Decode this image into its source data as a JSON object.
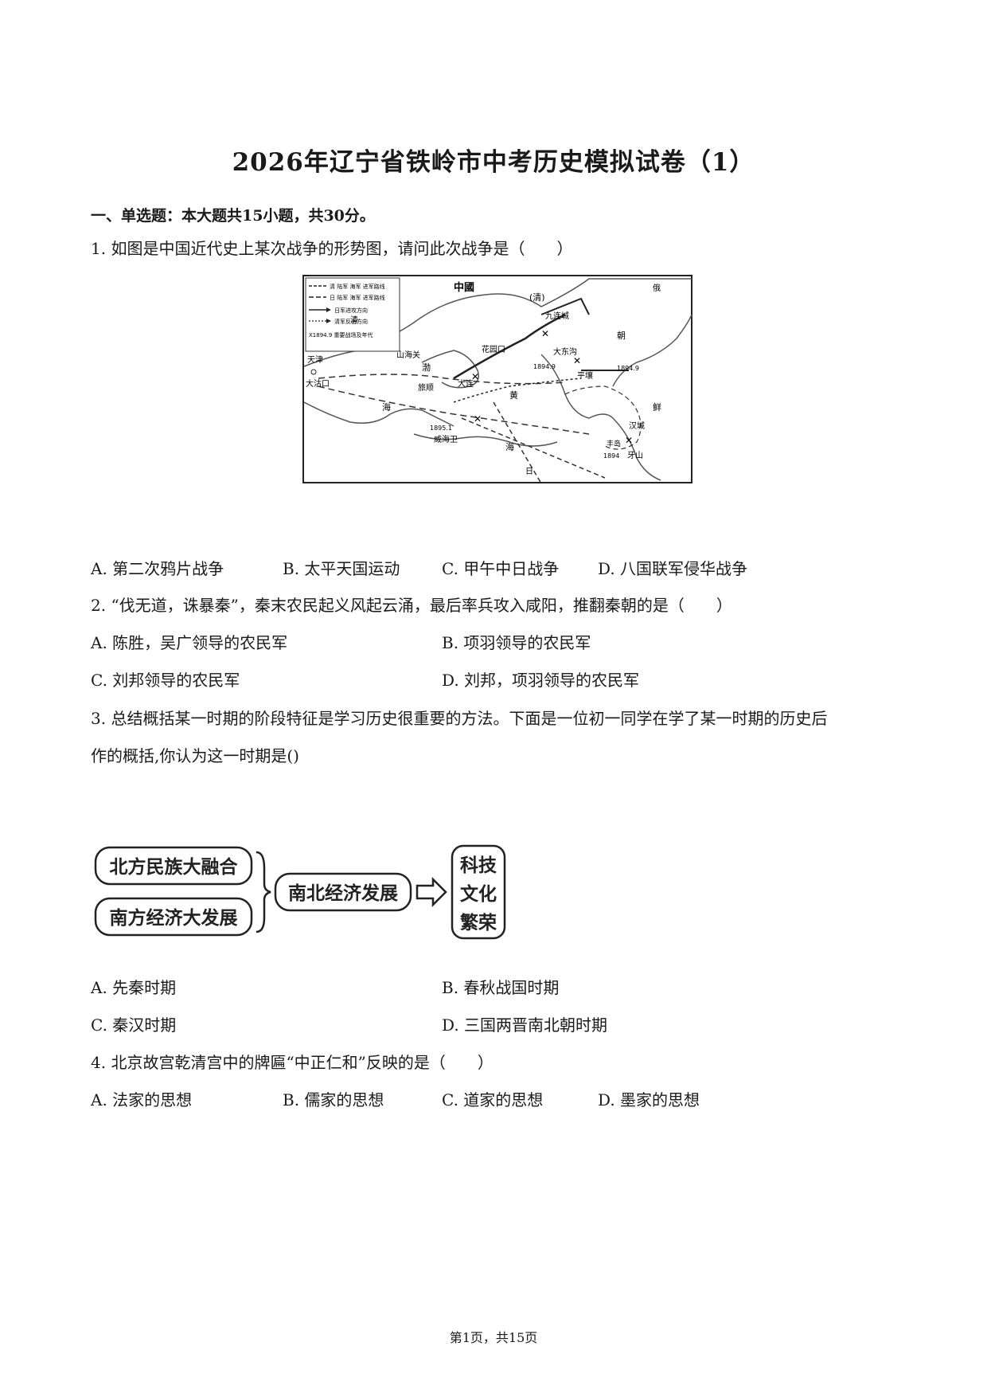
{
  "title": "2026年辽宁省铁岭市中考历史模拟试卷（1）",
  "section": "一、单选题：本大题共15小题，共30分。",
  "q1": {
    "stem": "1. 如图是中国近代史上某次战争的形势图，请问此次战争是（　　）",
    "map": {
      "legend": [
        "清 陆军 海军 进军路线",
        "日 陆军 海军 进军路线",
        "日军进攻方向",
        "清军反击方向",
        "X1894.9 重要战场及年代"
      ],
      "labels": [
        "中國",
        "(清)",
        "九连城",
        "山海关",
        "天津",
        "大沽口",
        "渤",
        "花园口",
        "大东沟",
        "1894.9",
        "平壤",
        "1894.9",
        "朝",
        "旅顺",
        "大连",
        "黄",
        "海",
        "鲜",
        "1895.1",
        "威海卫",
        "汉城",
        "海",
        "1894",
        "牙山",
        "丰岛",
        "日",
        "俄",
        "清"
      ]
    },
    "options": [
      "A. 第二次鸦片战争",
      "B. 太平天国运动",
      "C. 甲午中日战争",
      "D. 八国联军侵华战争"
    ]
  },
  "q2": {
    "stem": "2. “伐无道，诛暴秦”，秦末农民起义风起云涌，最后率兵攻入咸阳，推翻秦朝的是（　　）",
    "options": [
      "A. 陈胜，吴广领导的农民军",
      "B. 项羽领导的农民军",
      "C. 刘邦领导的农民军",
      "D. 刘邦，项羽领导的农民军"
    ]
  },
  "q3": {
    "stem_line1": "3. 总结概括某一时期的阶段特征是学习历史很重要的方法。下面是一位初一同学在学了某一时期的历史后",
    "stem_line2": "作的概括,你认为这一时期是()",
    "diagram": {
      "box1": "北方民族大融合",
      "box2": "南方经济大发展",
      "box3": "南北经济发展",
      "box4": [
        "科技",
        "文化",
        "繁荣"
      ]
    },
    "options": [
      "A. 先秦时期",
      "B. 春秋战国时期",
      "C. 秦汉时期",
      "D. 三国两晋南北朝时期"
    ]
  },
  "q4": {
    "stem": "4. 北京故宫乾清宫中的牌匾“中正仁和”反映的是（　　）",
    "options": [
      "A. 法家的思想",
      "B. 儒家的思想",
      "C. 道家的思想",
      "D. 墨家的思想"
    ]
  },
  "footer": "第1页，共15页"
}
